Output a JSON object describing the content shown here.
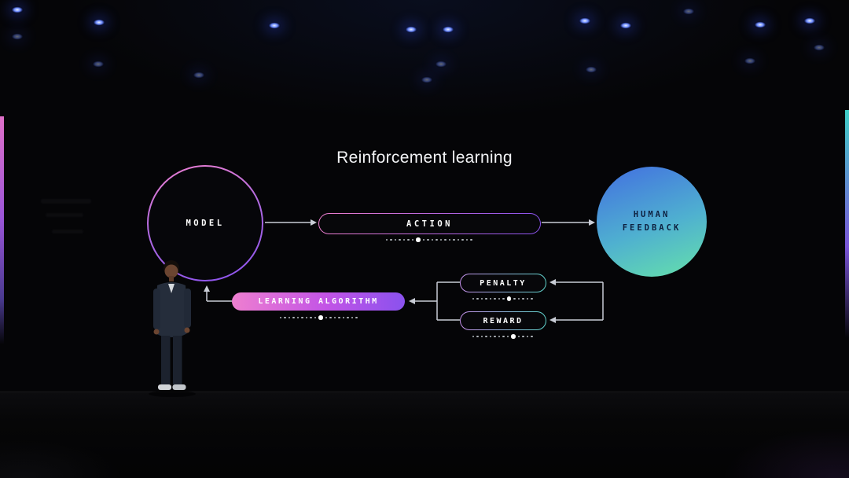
{
  "slide": {
    "title": "Reinforcement learning",
    "nodes": {
      "model": "MODEL",
      "action": "ACTION",
      "human_feedback": "HUMAN FEEDBACK",
      "penalty": "PENALTY",
      "reward": "REWARD",
      "learning_algorithm": "LEARNING ALGORITHM"
    },
    "dotted_trails": {
      "action": {
        "count": 20,
        "active_index": 7
      },
      "penalty": {
        "count": 14,
        "active_index": 8
      },
      "reward": {
        "count": 14,
        "active_index": 9
      },
      "learning_algorithm": {
        "count": 18,
        "active_index": 9
      }
    },
    "colors": {
      "accent_pink": "#ee7fd0",
      "accent_purple": "#8a52ee",
      "outline_lilac": "#c38fe8",
      "outline_teal": "#5fd4cc",
      "feedback_top": "#4478de",
      "feedback_bottom": "#63dcae",
      "feedback_text": "#0e2140",
      "connector": "#c9cdd6",
      "slide_text": "#f2f3f5"
    }
  }
}
